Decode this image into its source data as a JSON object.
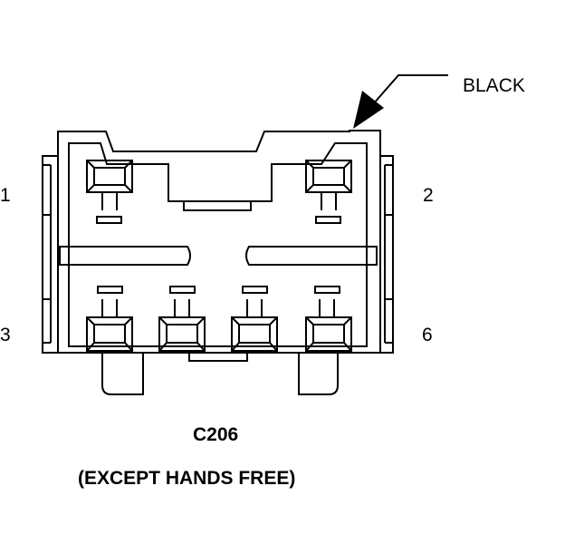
{
  "diagram": {
    "color_label": "BLACK",
    "pin_labels": {
      "top_left": "1",
      "top_right": "2",
      "bottom_left": "3",
      "bottom_right": "6"
    },
    "connector_id": "C206",
    "caption": "(EXCEPT HANDS FREE)"
  },
  "colors": {
    "stroke": "#000000",
    "background": "#ffffff"
  }
}
